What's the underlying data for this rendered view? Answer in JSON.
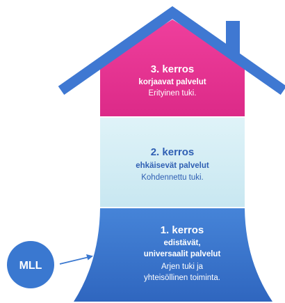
{
  "levels": [
    {
      "title": "3. kerros",
      "subtitle": "korjaavat palvelut",
      "description": "Erityinen tuki.",
      "color": "#e63494"
    },
    {
      "title": "2. kerros",
      "subtitle": "ehkäisevät palvelut",
      "description": "Kohdennettu tuki.",
      "color": "#d4eef6"
    },
    {
      "title": "1. kerros",
      "subtitle_line1": "edistävät,",
      "subtitle_line2": "universaalit palvelut",
      "description_line1": "Arjen tuki ja",
      "description_line2": "yhteisöllinen toiminta.",
      "color": "#3a78d0"
    }
  ],
  "badge": {
    "label": "MLL",
    "color": "#3a78d0"
  },
  "roof_color": "#3f78d2"
}
